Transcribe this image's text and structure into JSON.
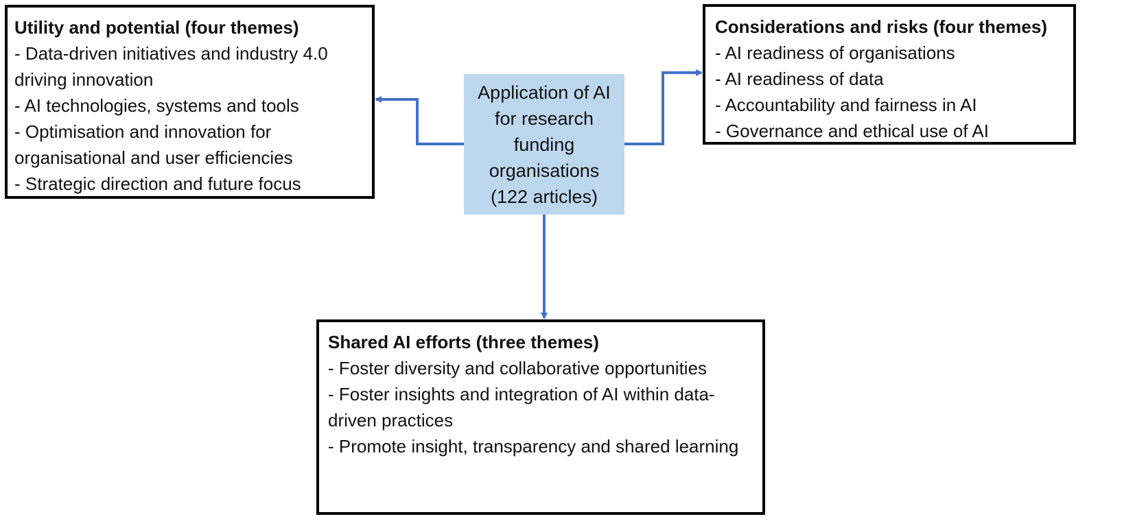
{
  "colors": {
    "center_fill": "#bdd7ee",
    "connector": "#4472c4",
    "box_border": "#000000"
  },
  "center": {
    "text": "Application of AI for research funding organisations (122 articles)"
  },
  "utility": {
    "title": "Utility and potential (four themes)",
    "items": [
      "- Data-driven initiatives and industry 4.0 driving innovation",
      "- AI technologies, systems and tools",
      "- Optimisation and innovation for organisational and user efficiencies",
      "- Strategic direction and future focus"
    ]
  },
  "risks": {
    "title": "Considerations and risks (four themes)",
    "items": [
      "- AI readiness of organisations",
      "- AI readiness of data",
      "- Accountability and fairness in AI",
      "- Governance and ethical use of AI"
    ]
  },
  "shared": {
    "title": "Shared AI efforts (three themes)",
    "items": [
      "- Foster diversity and collaborative opportunities",
      "- Foster insights and integration of AI within data-driven practices",
      "- Promote insight, transparency and shared learning"
    ]
  }
}
